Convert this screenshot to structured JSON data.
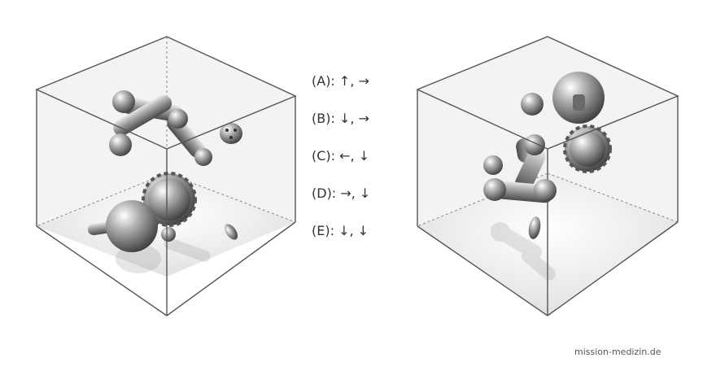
{
  "options": [
    {
      "key": "(A):",
      "text": "↑, →"
    },
    {
      "key": "(B):",
      "text": "↓, →"
    },
    {
      "key": "(C):",
      "text": "←, ↓"
    },
    {
      "key": "(D):",
      "text": "→, ↓"
    },
    {
      "key": "(E):",
      "text": "↓, ↓"
    }
  ],
  "watermark": "mission-medizin.de",
  "colors": {
    "edge": "#555555",
    "object": "#8a8a8a",
    "floor": "#e6e6e6"
  }
}
